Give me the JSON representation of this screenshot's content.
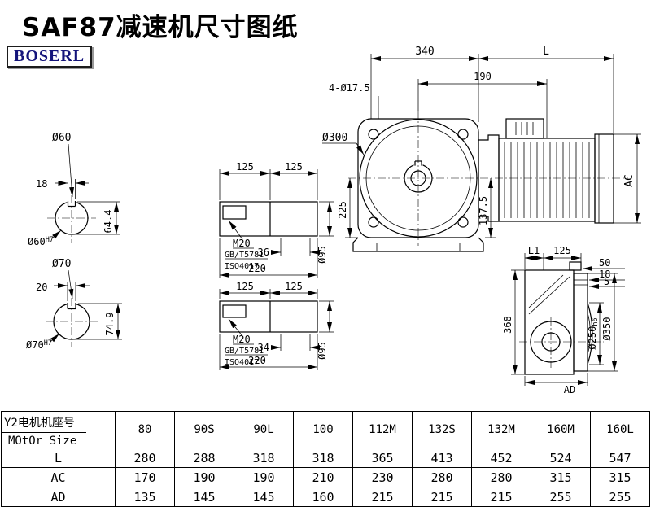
{
  "page": {
    "title": "SAF87减速机尺寸图纸",
    "brand": "BOSERL"
  },
  "drawing": {
    "shaft60": {
      "dia": "Ø60",
      "key_w": "18",
      "key_h": "64.4",
      "dia_fit": "Ø60",
      "fit": "H7"
    },
    "shaft70": {
      "dia": "Ø70",
      "key_w": "20",
      "key_h": "74.9",
      "dia_fit": "Ø70",
      "fit": "H7"
    },
    "shaftside1": {
      "d125a": "125",
      "d125b": "125",
      "thread": "M20",
      "std1": "GB/T5781",
      "std2": "ISO4017",
      "dkey": "36",
      "dlen": "220",
      "dia": "Ø95"
    },
    "shaftside2": {
      "d125a": "125",
      "d125b": "125",
      "thread": "M20",
      "std1": "GB/T5781",
      "std2": "ISO4017",
      "dkey": "34",
      "dlen": "220",
      "dia": "Ø95"
    },
    "front": {
      "holes": "4-Ø17.5",
      "d340": "340",
      "dL": "L",
      "d190": "190",
      "flange": "Ø300",
      "d225": "225",
      "d1375": "137.5",
      "dAC": "AC"
    },
    "side": {
      "dL1": "L1",
      "d125": "125",
      "d50": "50",
      "d18": "18",
      "d5": "5",
      "d368": "368",
      "d250": "Ø250",
      "fit250": "h6",
      "d350": "Ø350",
      "dAD": "AD"
    }
  },
  "table": {
    "header_col": {
      "line1": "Y2电机机座号",
      "line2": "MOtOr Size"
    },
    "sizes": [
      "80",
      "90S",
      "90L",
      "100",
      "112M",
      "132S",
      "132M",
      "160M",
      "160L"
    ],
    "rows": [
      {
        "label": "L",
        "values": [
          "280",
          "288",
          "318",
          "318",
          "365",
          "413",
          "452",
          "524",
          "547"
        ]
      },
      {
        "label": "AC",
        "values": [
          "170",
          "190",
          "190",
          "210",
          "230",
          "280",
          "280",
          "315",
          "315"
        ]
      },
      {
        "label": "AD",
        "values": [
          "135",
          "145",
          "145",
          "160",
          "215",
          "215",
          "215",
          "255",
          "255"
        ]
      }
    ]
  }
}
